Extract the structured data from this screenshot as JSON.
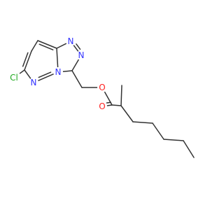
{
  "molecule": {
    "colors": {
      "bond": "#333333",
      "nitrogen": "#3333ff",
      "oxygen": "#ff2020",
      "chlorine": "#22aa22",
      "background": "#ffffff"
    },
    "atoms": [
      {
        "id": "Cl",
        "label": "Cl",
        "element": "chlorine"
      },
      {
        "id": "N_left",
        "label": "N",
        "element": "nitrogen"
      },
      {
        "id": "N_bridge",
        "label": "N",
        "element": "nitrogen"
      },
      {
        "id": "N_top1",
        "label": "N",
        "element": "nitrogen"
      },
      {
        "id": "N_top2",
        "label": "N",
        "element": "nitrogen"
      },
      {
        "id": "O_ester",
        "label": "O",
        "element": "oxygen"
      },
      {
        "id": "O_carbonyl",
        "label": "O",
        "element": "oxygen"
      }
    ]
  }
}
